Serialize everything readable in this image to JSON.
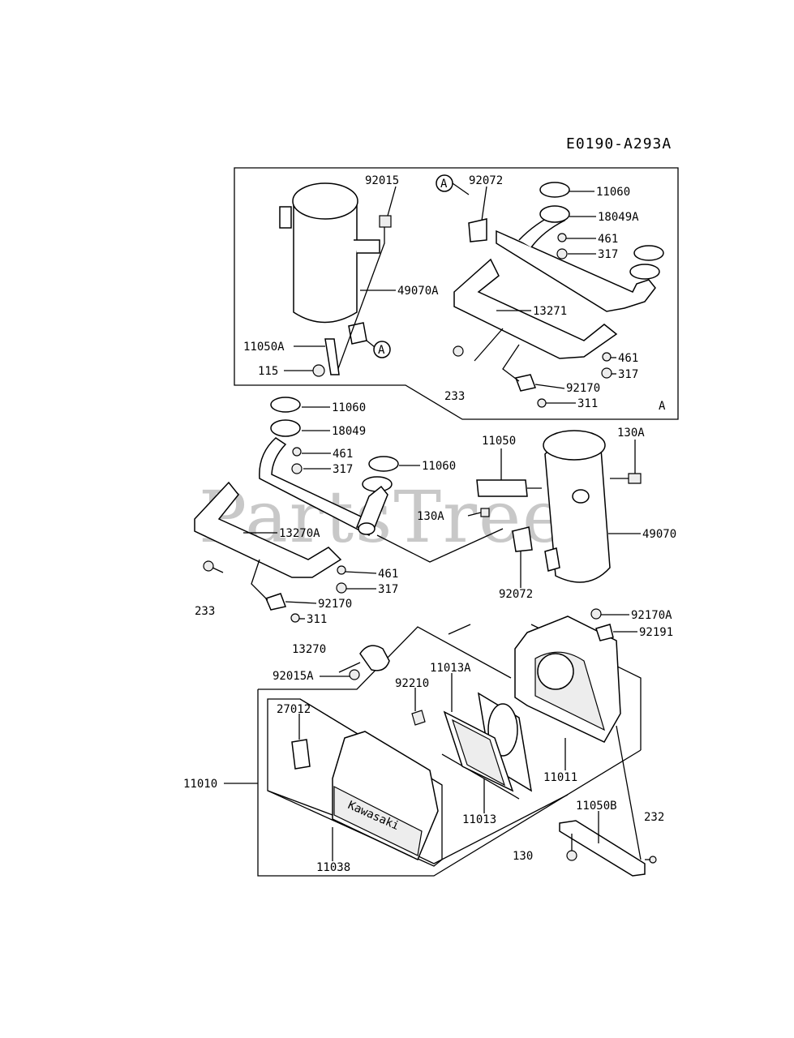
{
  "diagram": {
    "reference": "E0190-A293A",
    "watermark": "PartsTree",
    "marker_a": "A",
    "parts": {
      "p92015": "92015",
      "p92072_top": "92072",
      "p11060_top": "11060",
      "p18049A": "18049A",
      "p461_top": "461",
      "p317_top": "317",
      "p49070A": "49070A",
      "p13271": "13271",
      "p11050A": "11050A",
      "p115": "115",
      "p461_mid": "461",
      "p317_mid": "317",
      "p92170_top": "92170",
      "p311_top": "311",
      "p233_top": "233",
      "box_a_label": "A",
      "p11060_a": "11060",
      "p18049": "18049",
      "p461_b": "461",
      "p317_b": "317",
      "p11060_b": "11060",
      "p11050": "11050",
      "p130A_right": "130A",
      "p13270A": "13270A",
      "p130A_mid": "130A",
      "p49070": "49070",
      "p461_c": "461",
      "p317_c": "317",
      "p92072_mid": "92072",
      "p233_mid": "233",
      "p92170_mid": "92170",
      "p311_mid": "311",
      "p92170A": "92170A",
      "p92191": "92191",
      "p13270": "13270",
      "p92015A": "92015A",
      "p11013A": "11013A",
      "p92210": "92210",
      "p27012": "27012",
      "p11011": "11011",
      "p11010": "11010",
      "p11013": "11013",
      "p11050B": "11050B",
      "p232": "232",
      "p130": "130",
      "p11038": "11038",
      "cover_brand": "Kawasaki"
    }
  }
}
